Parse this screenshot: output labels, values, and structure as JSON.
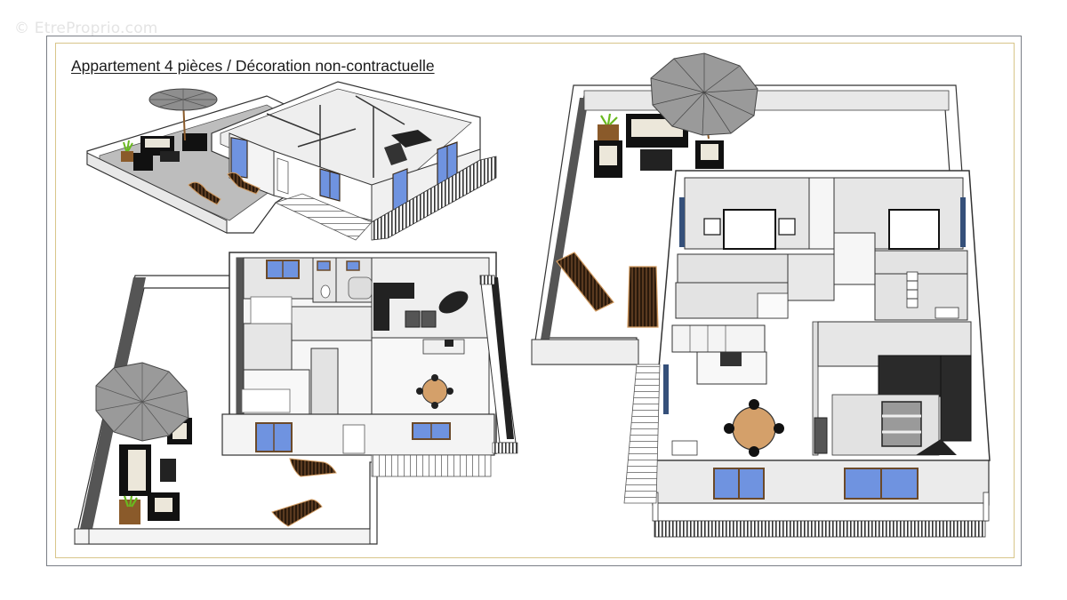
{
  "watermark": "© EtreProprio.com",
  "title": "Appartement 4 pièces / Décoration non-contractuelle",
  "colors": {
    "frame_border": "#7a7e86",
    "frame_inner_line": "#d8c58a",
    "wall": "#f4f4f4",
    "wall_shade": "#dedede",
    "floor": "#ffffff",
    "terrace_floor": "#c9c9c9",
    "window_glass": "#6f93e0",
    "window_frame": "#6b4a2a",
    "umbrella": "#9a9a9a",
    "sofa_dark": "#2a2a2a",
    "table_wood": "#d4a06a"
  },
  "views": [
    {
      "name": "perspective-view",
      "label": "3D perspective view"
    },
    {
      "name": "top-view-left",
      "label": "Top view (terrace on left)"
    },
    {
      "name": "top-view-right",
      "label": "Top view (terrace at top)"
    }
  ]
}
